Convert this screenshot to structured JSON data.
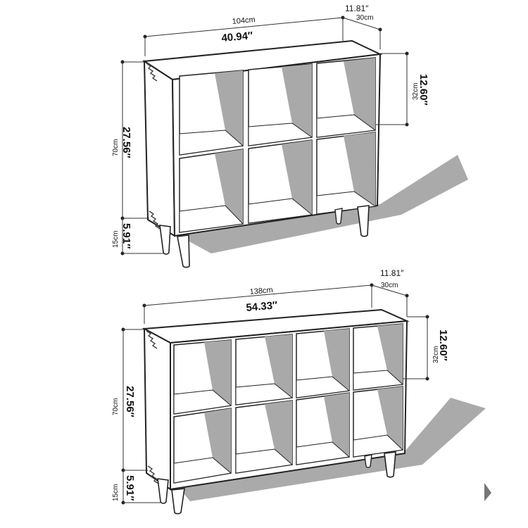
{
  "top_shelf": {
    "width_cm": "104cm",
    "width_in": "40.94″",
    "depth_in": "11.81″",
    "depth_cm": "30cm",
    "cube_h_cm": "32cm",
    "cube_h_in": "12.60″",
    "height_cm": "70cm",
    "height_in": "27.56″",
    "leg_cm": "15cm",
    "leg_in": "5.91″",
    "columns": 3,
    "rows": 2
  },
  "bottom_shelf": {
    "width_cm": "138cm",
    "width_in": "54.33″",
    "depth_in": "11.81″",
    "depth_cm": "30cm",
    "cube_h_cm": "32cm",
    "cube_h_in": "12.60″",
    "height_cm": "70cm",
    "height_in": "27.56″",
    "leg_cm": "15cm",
    "leg_in": "5.91″",
    "columns": 4,
    "rows": 2
  },
  "colors": {
    "outline": "#222222",
    "shadow": "#a9a9a9",
    "panel": "#ffffff"
  }
}
